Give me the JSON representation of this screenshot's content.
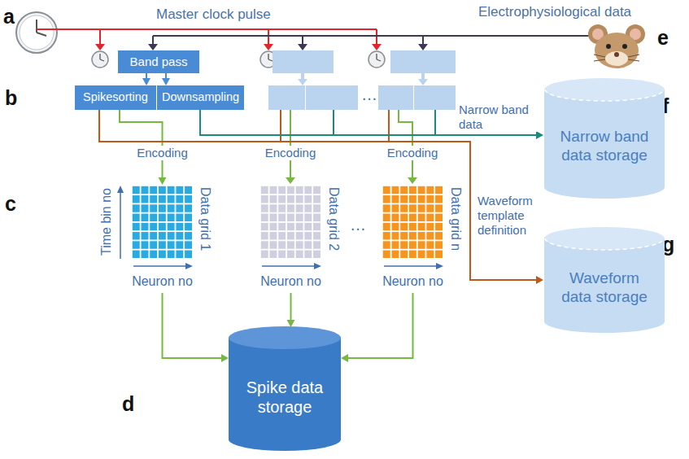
{
  "diagram": {
    "nodes": [
      {
        "text": [
          "Band pass"
        ]
      },
      {
        "text": [
          "Spikesorting"
        ]
      },
      {
        "text": [
          "Downsampling"
        ]
      },
      {
        "text": [
          "Time bin no",
          "Data grid 1",
          "Neuron no"
        ]
      },
      {
        "text": [
          "Data grid 2",
          "Neuron no"
        ]
      },
      {
        "text": [
          "Data grid n",
          "Neuron no"
        ]
      },
      {
        "text": [
          "Spike data storage"
        ]
      },
      {
        "text": [
          "Narrow band data storage"
        ]
      },
      {
        "text": [
          "Waveform data storage"
        ]
      }
    ],
    "edges": [
      {
        "from": 0,
        "to": 1,
        "arrow": "to"
      },
      {
        "from": 0,
        "to": 2,
        "arrow": "to"
      },
      {
        "from": 1,
        "to": 3,
        "label": "Encoding",
        "arrow": "to"
      },
      {
        "from": 3,
        "to": 6,
        "arrow": "to"
      },
      {
        "from": 4,
        "to": 6,
        "arrow": "to"
      },
      {
        "from": 5,
        "to": 6,
        "arrow": "to"
      },
      {
        "from": 2,
        "to": 7,
        "label": "Narrow band data",
        "arrow": "to"
      },
      {
        "from": 1,
        "to": 8,
        "label": "Waveform template definition",
        "arrow": "to"
      }
    ],
    "labels": [
      "a",
      "b",
      "c",
      "d",
      "e",
      "f",
      "g",
      "Master clock pulse",
      "Electrophysiological data",
      "Encoding",
      "Encoding",
      "…",
      "…"
    ]
  }
}
